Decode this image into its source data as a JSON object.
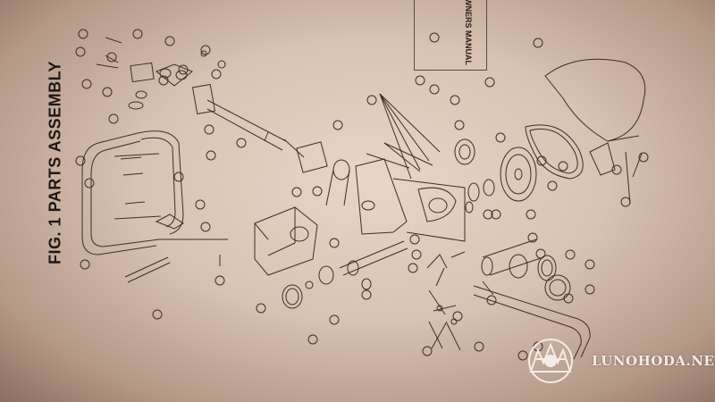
{
  "figure": {
    "title": "FIG. 1 PARTS ASSEMBLY",
    "manual_label": "OWNERS MANUAL"
  },
  "watermark": {
    "text": "LUNOHODA.NET"
  },
  "colors": {
    "paper": "#dcc6b6",
    "ink": "#3b2f29",
    "watermark": "#f4ece6"
  }
}
